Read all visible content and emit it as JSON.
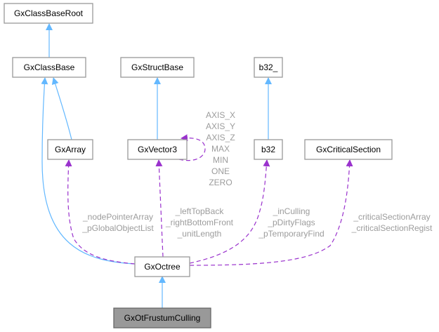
{
  "nodes": {
    "root": "GxClassBaseRoot",
    "classbase": "GxClassBase",
    "array": "GxArray",
    "structbase": "GxStructBase",
    "vector3": "GxVector3",
    "b32_": "b32_",
    "b32": "b32",
    "critical": "GxCriticalSection",
    "octree": "GxOctree",
    "frustum": "GxOtFrustumCulling"
  },
  "edge_labels": {
    "vector3_self": [
      "AXIS_X",
      "AXIS_Y",
      "AXIS_Z",
      "MAX",
      "MIN",
      "ONE",
      "ZERO"
    ],
    "array": [
      "_nodePointerArray",
      "_pGlobalObjectList"
    ],
    "vector3": [
      "_leftTopBack",
      "_rightBottomFront",
      "_unitLength"
    ],
    "b32": [
      "_inCulling",
      "_pDirtyFlags",
      "_pTemporaryFind"
    ],
    "critical": [
      "_criticalSectionArray",
      "_criticalSectionRegist"
    ]
  },
  "colors": {
    "inheritance": "#63b8ff",
    "usage": "#9a32cd",
    "label": "#9c9c9c",
    "current_node": "#999999"
  }
}
